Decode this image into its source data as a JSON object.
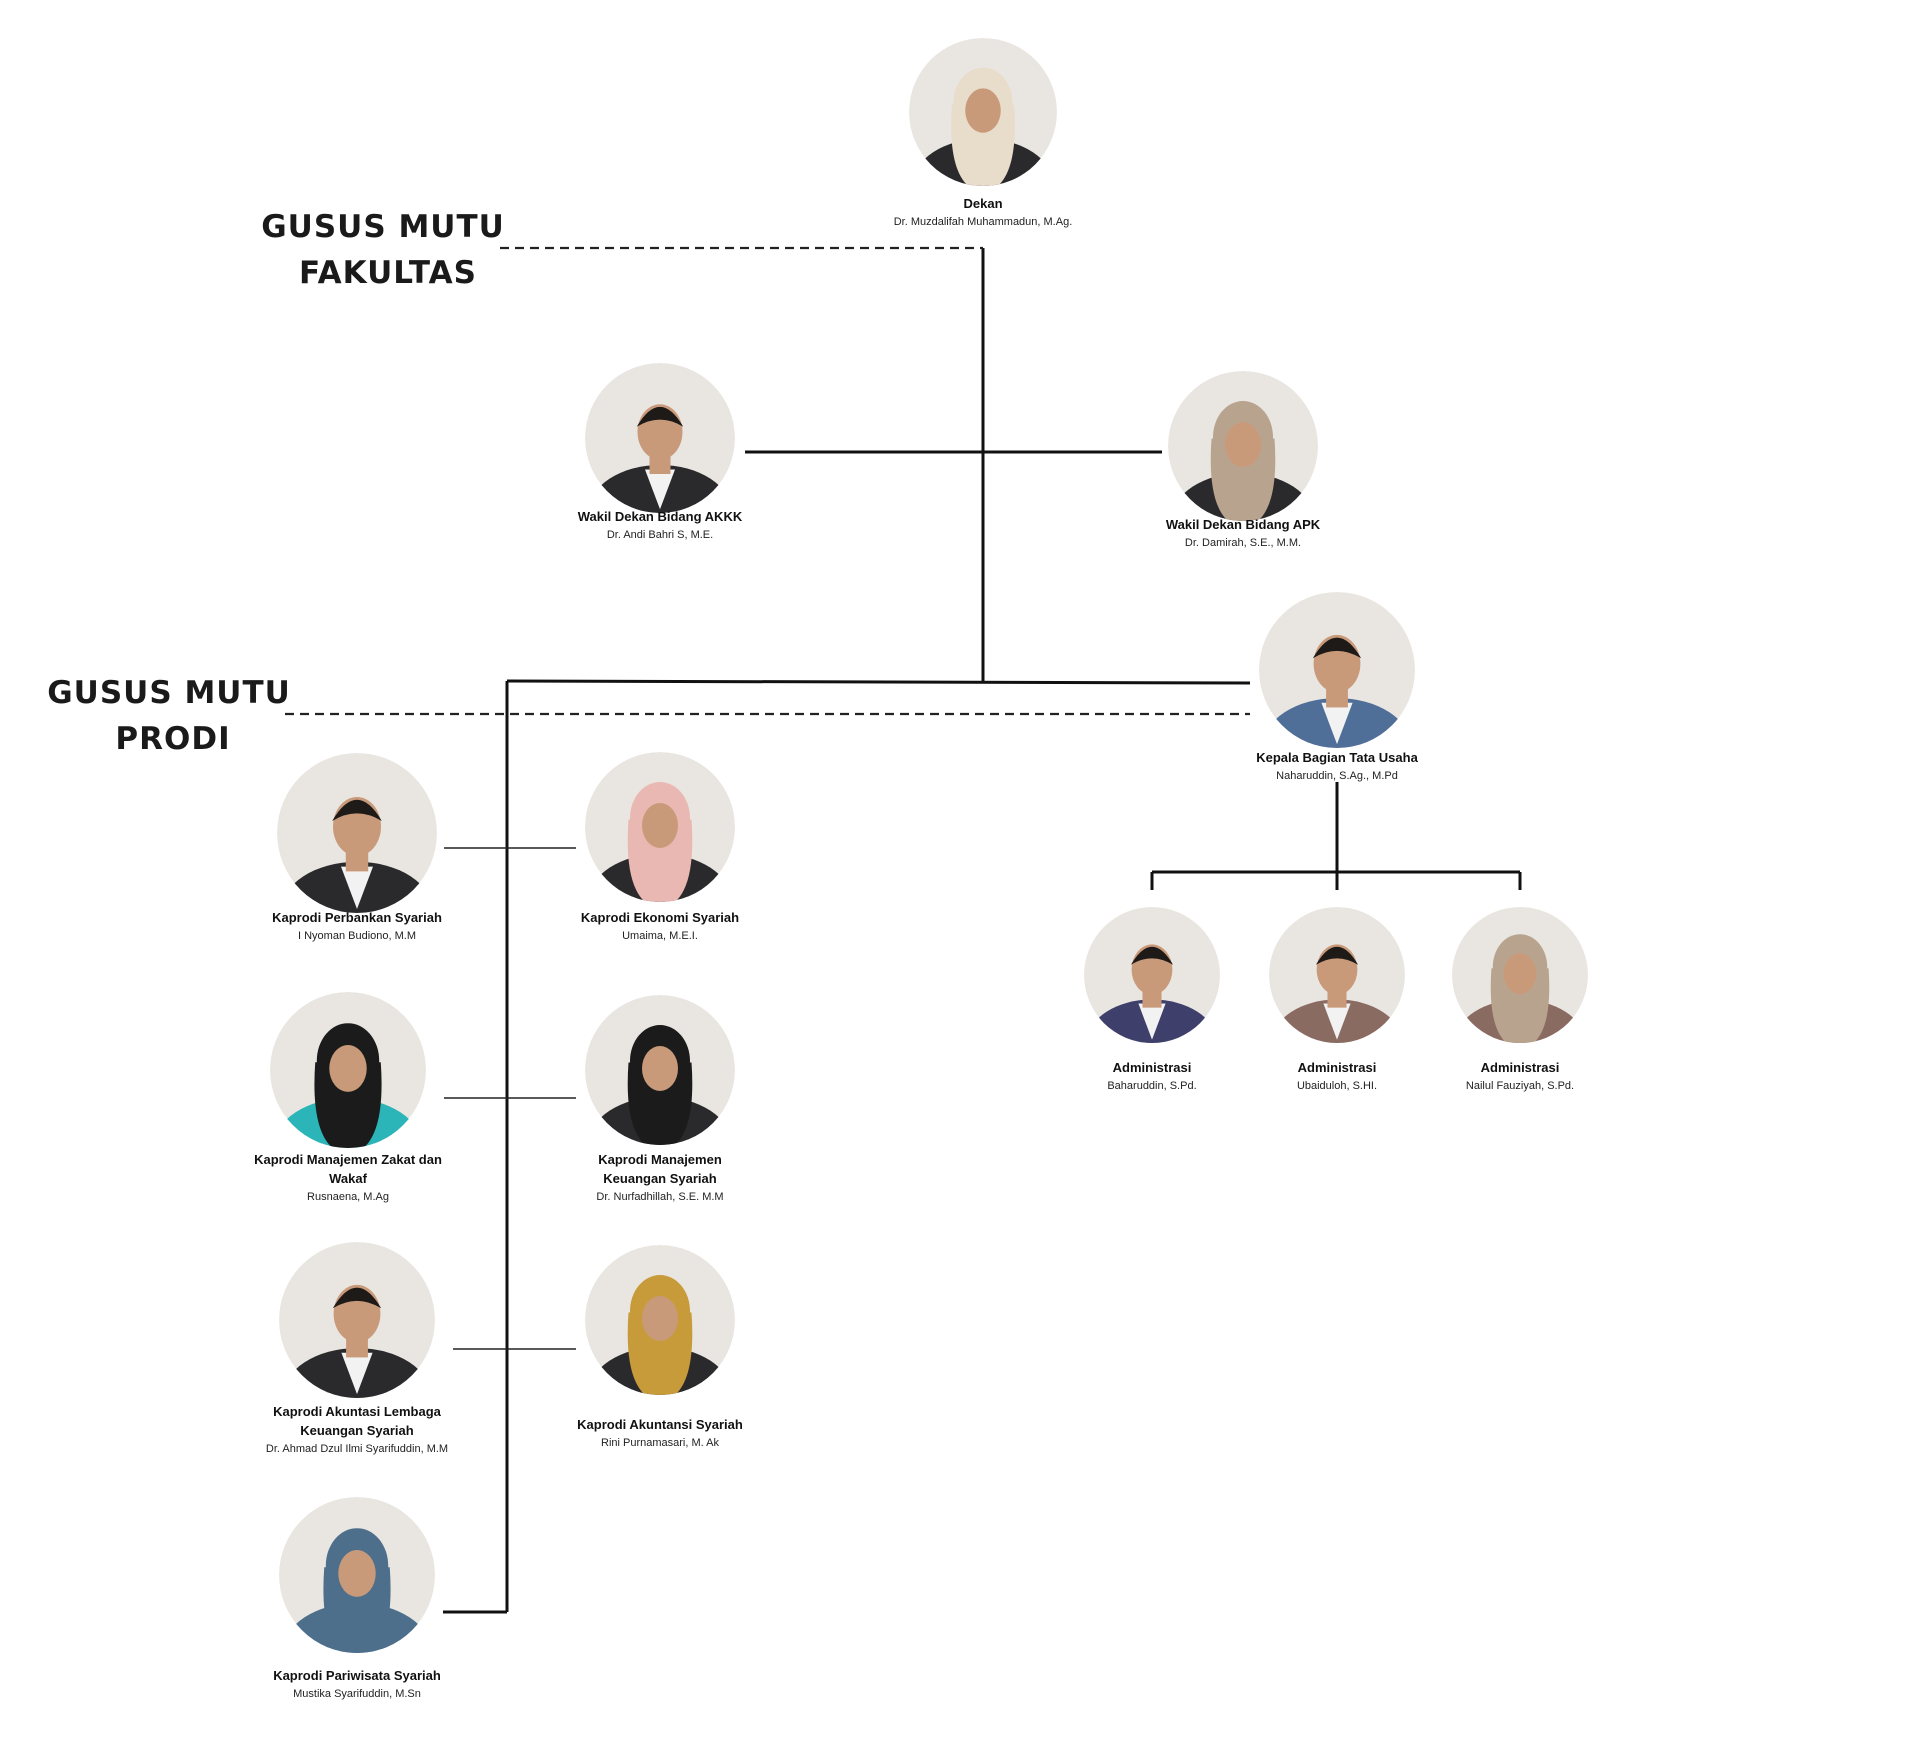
{
  "groups": {
    "fakultas": [
      "GUSUS MUTU",
      "FAKULTAS"
    ],
    "prodi": [
      "GUSUS MUTU",
      "PRODI"
    ]
  },
  "people": {
    "dekan": {
      "role": [
        "Dekan"
      ],
      "name": "Dr. Muzdalifah Muhammadun, M.Ag."
    },
    "wd_akkk": {
      "role": [
        "Wakil Dekan Bidang AKKK"
      ],
      "name": "Dr. Andi Bahri S, M.E."
    },
    "wd_apk": {
      "role": [
        "Wakil Dekan Bidang APK"
      ],
      "name": "Dr. Damirah, S.E., M.M."
    },
    "kabag": {
      "role": [
        "Kepala Bagian Tata Usaha"
      ],
      "name": "Naharuddin, S.Ag., M.Pd"
    },
    "adm1": {
      "role": [
        "Administrasi"
      ],
      "name": "Baharuddin, S.Pd."
    },
    "adm2": {
      "role": [
        "Administrasi"
      ],
      "name": "Ubaiduloh, S.HI."
    },
    "adm3": {
      "role": [
        "Administrasi"
      ],
      "name": "Nailul Fauziyah, S.Pd."
    },
    "kp_perbankan": {
      "role": [
        "Kaprodi Perbankan Syariah"
      ],
      "name": "I Nyoman Budiono, M.M"
    },
    "kp_ekonomi": {
      "role": [
        "Kaprodi Ekonomi Syariah"
      ],
      "name": "Umaima, M.E.I."
    },
    "kp_zakat": {
      "role": [
        "Kaprodi Manajemen Zakat dan",
        "Wakaf"
      ],
      "name": "Rusnaena, M.Ag"
    },
    "kp_mks": {
      "role": [
        "Kaprodi Manajemen",
        "Keuangan Syariah"
      ],
      "name": "Dr. Nurfadhillah, S.E. M.M"
    },
    "kp_alks": {
      "role": [
        "Kaprodi Akuntasi Lembaga",
        "Keuangan Syariah"
      ],
      "name": "Dr. Ahmad Dzul Ilmi Syarifuddin, M.M"
    },
    "kp_aks": {
      "role": [
        "Kaprodi Akuntansi Syariah"
      ],
      "name": "Rini Purnamasari, M. Ak"
    },
    "kp_pariwisata": {
      "role": [
        "Kaprodi Pariwisata Syariah"
      ],
      "name": "Mustika Syarifuddin, M.Sn"
    }
  },
  "colors": {
    "skin": "#c99a7a",
    "hair_dark": "#1e1a18",
    "hijab_white": "#e8dccb",
    "hijab_beige": "#b8a48e",
    "hijab_pink": "#eab8b2",
    "hijab_black": "#1b1b1b",
    "hijab_blue": "#4d6f8c",
    "hijab_gold": "#c79a3a",
    "suit_dark": "#2a2a2c",
    "suit_blue": "#4f6f98",
    "teal": "#2bb5b8",
    "batik": "#3e3f6a",
    "batik_brown": "#8a6b62"
  }
}
